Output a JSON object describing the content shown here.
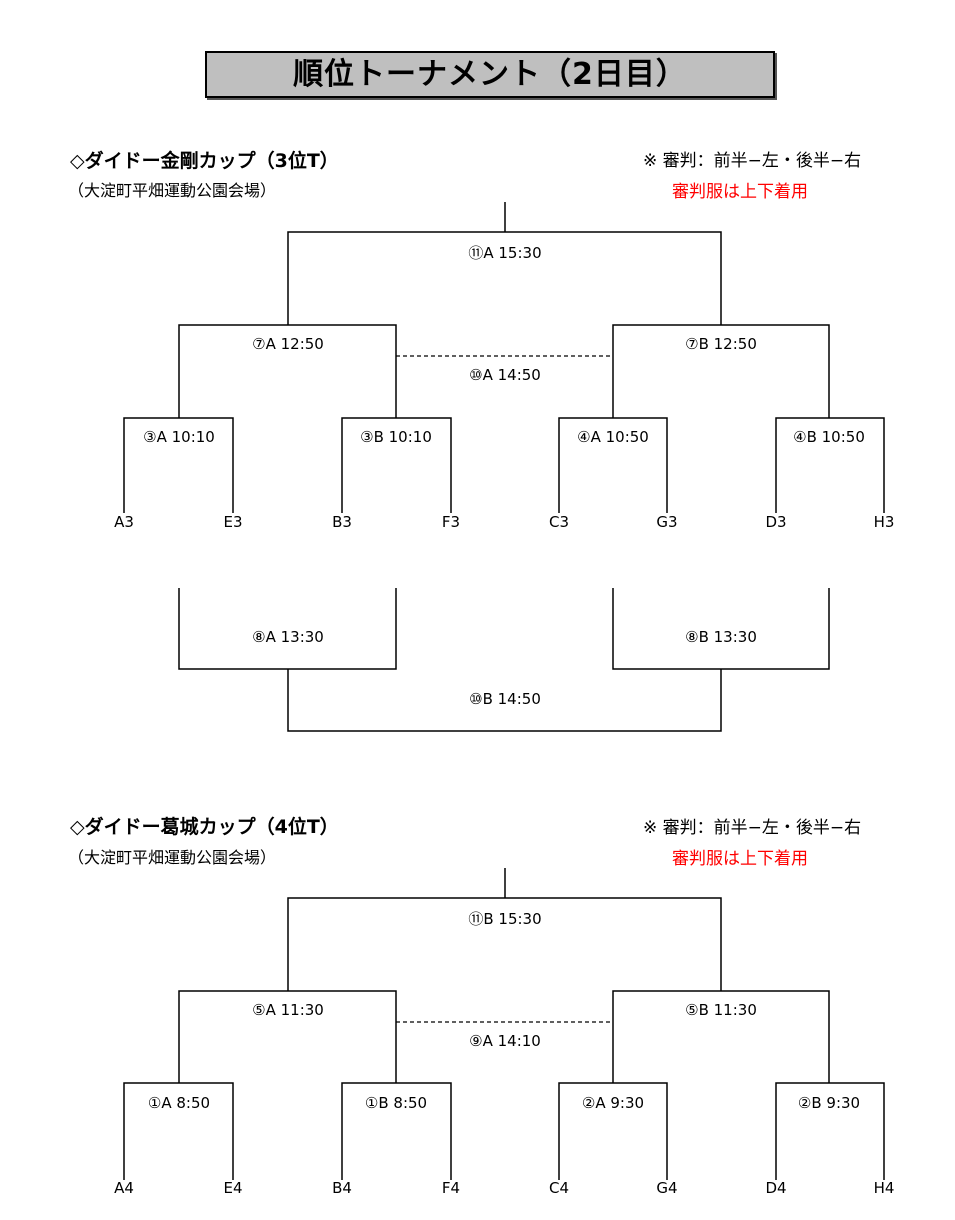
{
  "title": "順位トーナメント（2日目）",
  "sections": [
    {
      "cup_name": "◇ダイドー金剛カップ（3位T）",
      "venue": "（大淀町平畑運動公園会場）",
      "referee_note": "※ 審判：前半−左・後半−右",
      "uniform_note": "審判服は上下着用",
      "final": "⑪A 15:30",
      "semi_left": "⑦A 12:50",
      "semi_right": "⑦B 12:50",
      "third_place": "⑩A 14:50",
      "qf": [
        "③A 10:10",
        "③B 10:10",
        "④A 10:50",
        "④B 10:50"
      ],
      "teams": [
        "A3",
        "E3",
        "B3",
        "F3",
        "C3",
        "G3",
        "D3",
        "H3"
      ],
      "consolation_left": "⑧A 13:30",
      "consolation_right": "⑧B 13:30",
      "consolation_final": "⑩B 14:50"
    },
    {
      "cup_name": "◇ダイドー葛城カップ（4位T）",
      "venue": "（大淀町平畑運動公園会場）",
      "referee_note": "※ 審判：前半−左・後半−右",
      "uniform_note": "審判服は上下着用",
      "final": "⑪B 15:30",
      "semi_left": "⑤A 11:30",
      "semi_right": "⑤B 11:30",
      "third_place": "⑨A 14:10",
      "qf": [
        "①A 8:50",
        "①B 8:50",
        "②A 9:30",
        "②B 9:30"
      ],
      "teams": [
        "A4",
        "E4",
        "B4",
        "F4",
        "C4",
        "G4",
        "D4",
        "H4"
      ]
    }
  ]
}
